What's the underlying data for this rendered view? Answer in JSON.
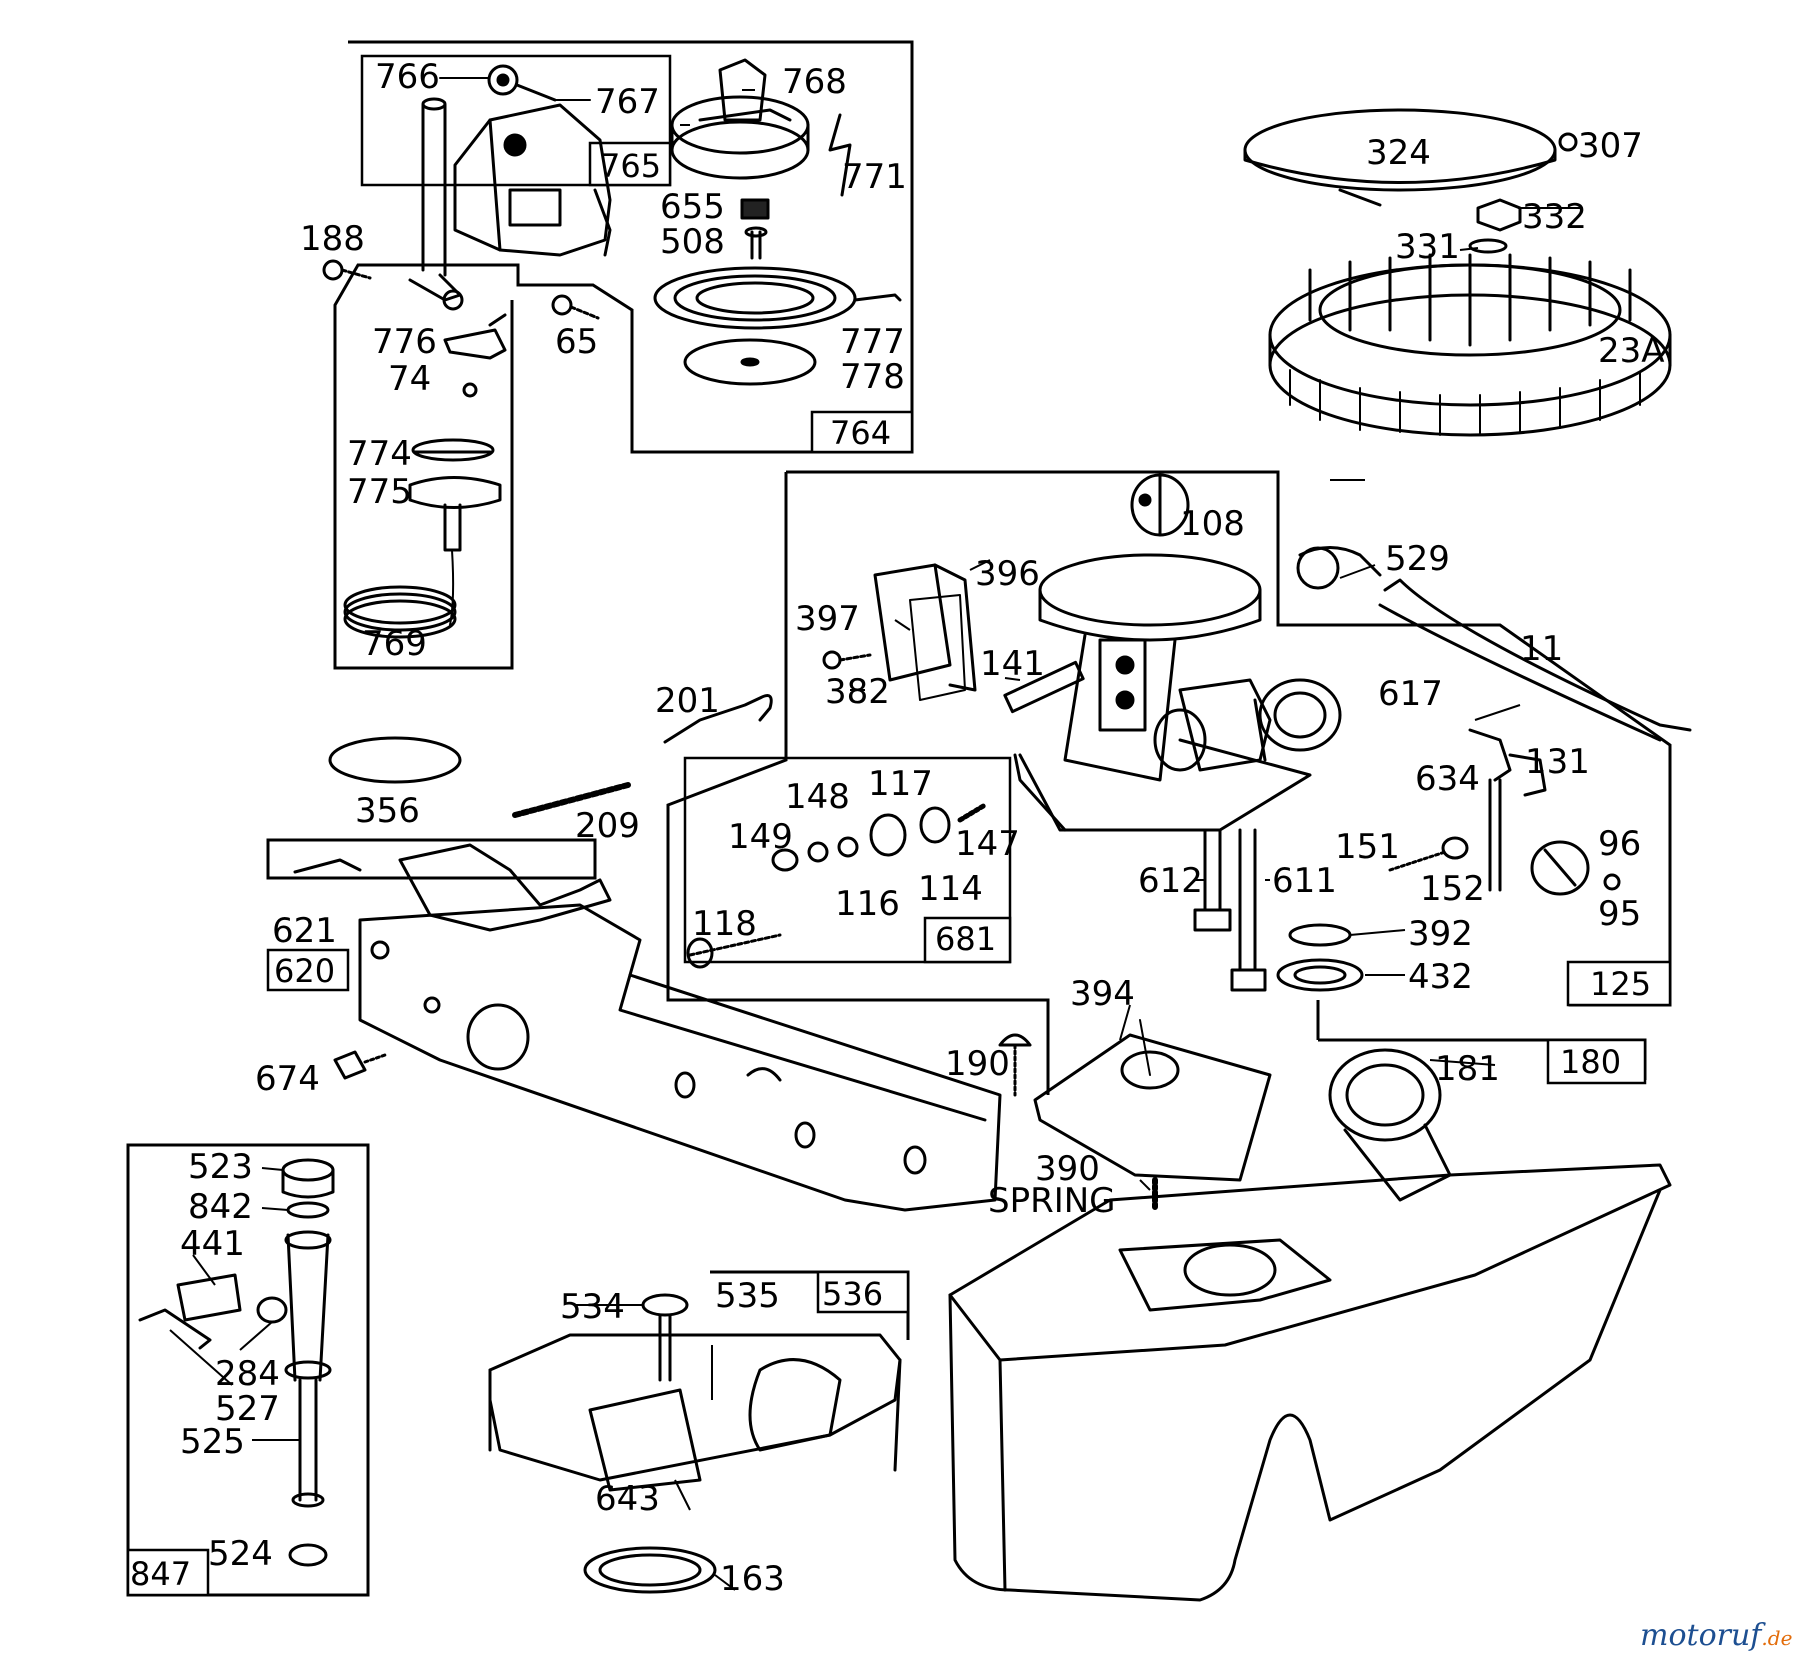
{
  "diagram": {
    "callouts": [
      {
        "id": "l766",
        "text": "766"
      },
      {
        "id": "l767",
        "text": "767"
      },
      {
        "id": "l765",
        "text": "765"
      },
      {
        "id": "l768",
        "text": "768"
      },
      {
        "id": "l771",
        "text": "771"
      },
      {
        "id": "l655",
        "text": "655"
      },
      {
        "id": "l508",
        "text": "508"
      },
      {
        "id": "l188",
        "text": "188"
      },
      {
        "id": "l776",
        "text": "776"
      },
      {
        "id": "l74",
        "text": "74"
      },
      {
        "id": "l65",
        "text": "65"
      },
      {
        "id": "l777",
        "text": "777"
      },
      {
        "id": "l778",
        "text": "778"
      },
      {
        "id": "l764",
        "text": "764"
      },
      {
        "id": "l774",
        "text": "774"
      },
      {
        "id": "l775",
        "text": "775"
      },
      {
        "id": "l769",
        "text": "769"
      },
      {
        "id": "l324",
        "text": "324"
      },
      {
        "id": "l307",
        "text": "307"
      },
      {
        "id": "l332",
        "text": "332"
      },
      {
        "id": "l331",
        "text": "331"
      },
      {
        "id": "l23A",
        "text": "23A"
      },
      {
        "id": "l108",
        "text": "108"
      },
      {
        "id": "l529",
        "text": "529"
      },
      {
        "id": "l396",
        "text": "396"
      },
      {
        "id": "l397",
        "text": "397"
      },
      {
        "id": "l382",
        "text": "382"
      },
      {
        "id": "l141",
        "text": "141"
      },
      {
        "id": "l11",
        "text": "11"
      },
      {
        "id": "l201",
        "text": "201"
      },
      {
        "id": "l617",
        "text": "617"
      },
      {
        "id": "l634",
        "text": "634"
      },
      {
        "id": "l131",
        "text": "131"
      },
      {
        "id": "l356",
        "text": "356"
      },
      {
        "id": "l209",
        "text": "209"
      },
      {
        "id": "l148",
        "text": "148"
      },
      {
        "id": "l117",
        "text": "117"
      },
      {
        "id": "l149",
        "text": "149"
      },
      {
        "id": "l147",
        "text": "147"
      },
      {
        "id": "l116",
        "text": "116"
      },
      {
        "id": "l114",
        "text": "114"
      },
      {
        "id": "l118",
        "text": "118"
      },
      {
        "id": "l681",
        "text": "681"
      },
      {
        "id": "l612",
        "text": "612"
      },
      {
        "id": "l611",
        "text": "611"
      },
      {
        "id": "l151",
        "text": "151"
      },
      {
        "id": "l152",
        "text": "152"
      },
      {
        "id": "l96",
        "text": "96"
      },
      {
        "id": "l95",
        "text": "95"
      },
      {
        "id": "l392",
        "text": "392"
      },
      {
        "id": "l432",
        "text": "432"
      },
      {
        "id": "l125",
        "text": "125"
      },
      {
        "id": "l621",
        "text": "621"
      },
      {
        "id": "l620",
        "text": "620"
      },
      {
        "id": "l674",
        "text": "674"
      },
      {
        "id": "l394",
        "text": "394"
      },
      {
        "id": "l190",
        "text": "190"
      },
      {
        "id": "l181",
        "text": "181"
      },
      {
        "id": "l180",
        "text": "180"
      },
      {
        "id": "l390",
        "text": "390"
      },
      {
        "id": "lspring",
        "text": "SPRING"
      },
      {
        "id": "l523",
        "text": "523"
      },
      {
        "id": "l842",
        "text": "842"
      },
      {
        "id": "l441",
        "text": "441"
      },
      {
        "id": "l284",
        "text": "284"
      },
      {
        "id": "l527",
        "text": "527"
      },
      {
        "id": "l525",
        "text": "525"
      },
      {
        "id": "l524",
        "text": "524"
      },
      {
        "id": "l847",
        "text": "847"
      },
      {
        "id": "l534",
        "text": "534"
      },
      {
        "id": "l535",
        "text": "535"
      },
      {
        "id": "l536",
        "text": "536"
      },
      {
        "id": "l643",
        "text": "643"
      },
      {
        "id": "l163",
        "text": "163"
      }
    ]
  },
  "watermark": {
    "main": "motoruf",
    "suffix": ".de"
  },
  "colors": {
    "ink": "#000000",
    "paper": "#ffffff",
    "wm_blue": "#1d4f91",
    "wm_orange": "#e36c0a"
  }
}
